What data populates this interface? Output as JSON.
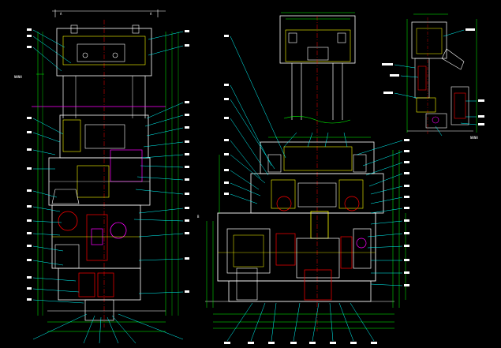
{
  "drawing": {
    "background": "#000000",
    "colors": {
      "outline": "#ffffff",
      "leader": "#00ffff",
      "dimension": "#00ff00",
      "body": "#ffff00",
      "section": "#ff00ff",
      "hidden": "#ff0000",
      "detail": "#0000ff"
    },
    "views": [
      {
        "name": "front-section-view"
      },
      {
        "name": "side-section-view"
      },
      {
        "name": "detail-view"
      }
    ],
    "labels": {
      "section_marker_left": "A",
      "section_marker_right": "A",
      "side_marker": "B",
      "detail_tag": "NNNN",
      "detail_tag_2": "NNNN"
    }
  }
}
